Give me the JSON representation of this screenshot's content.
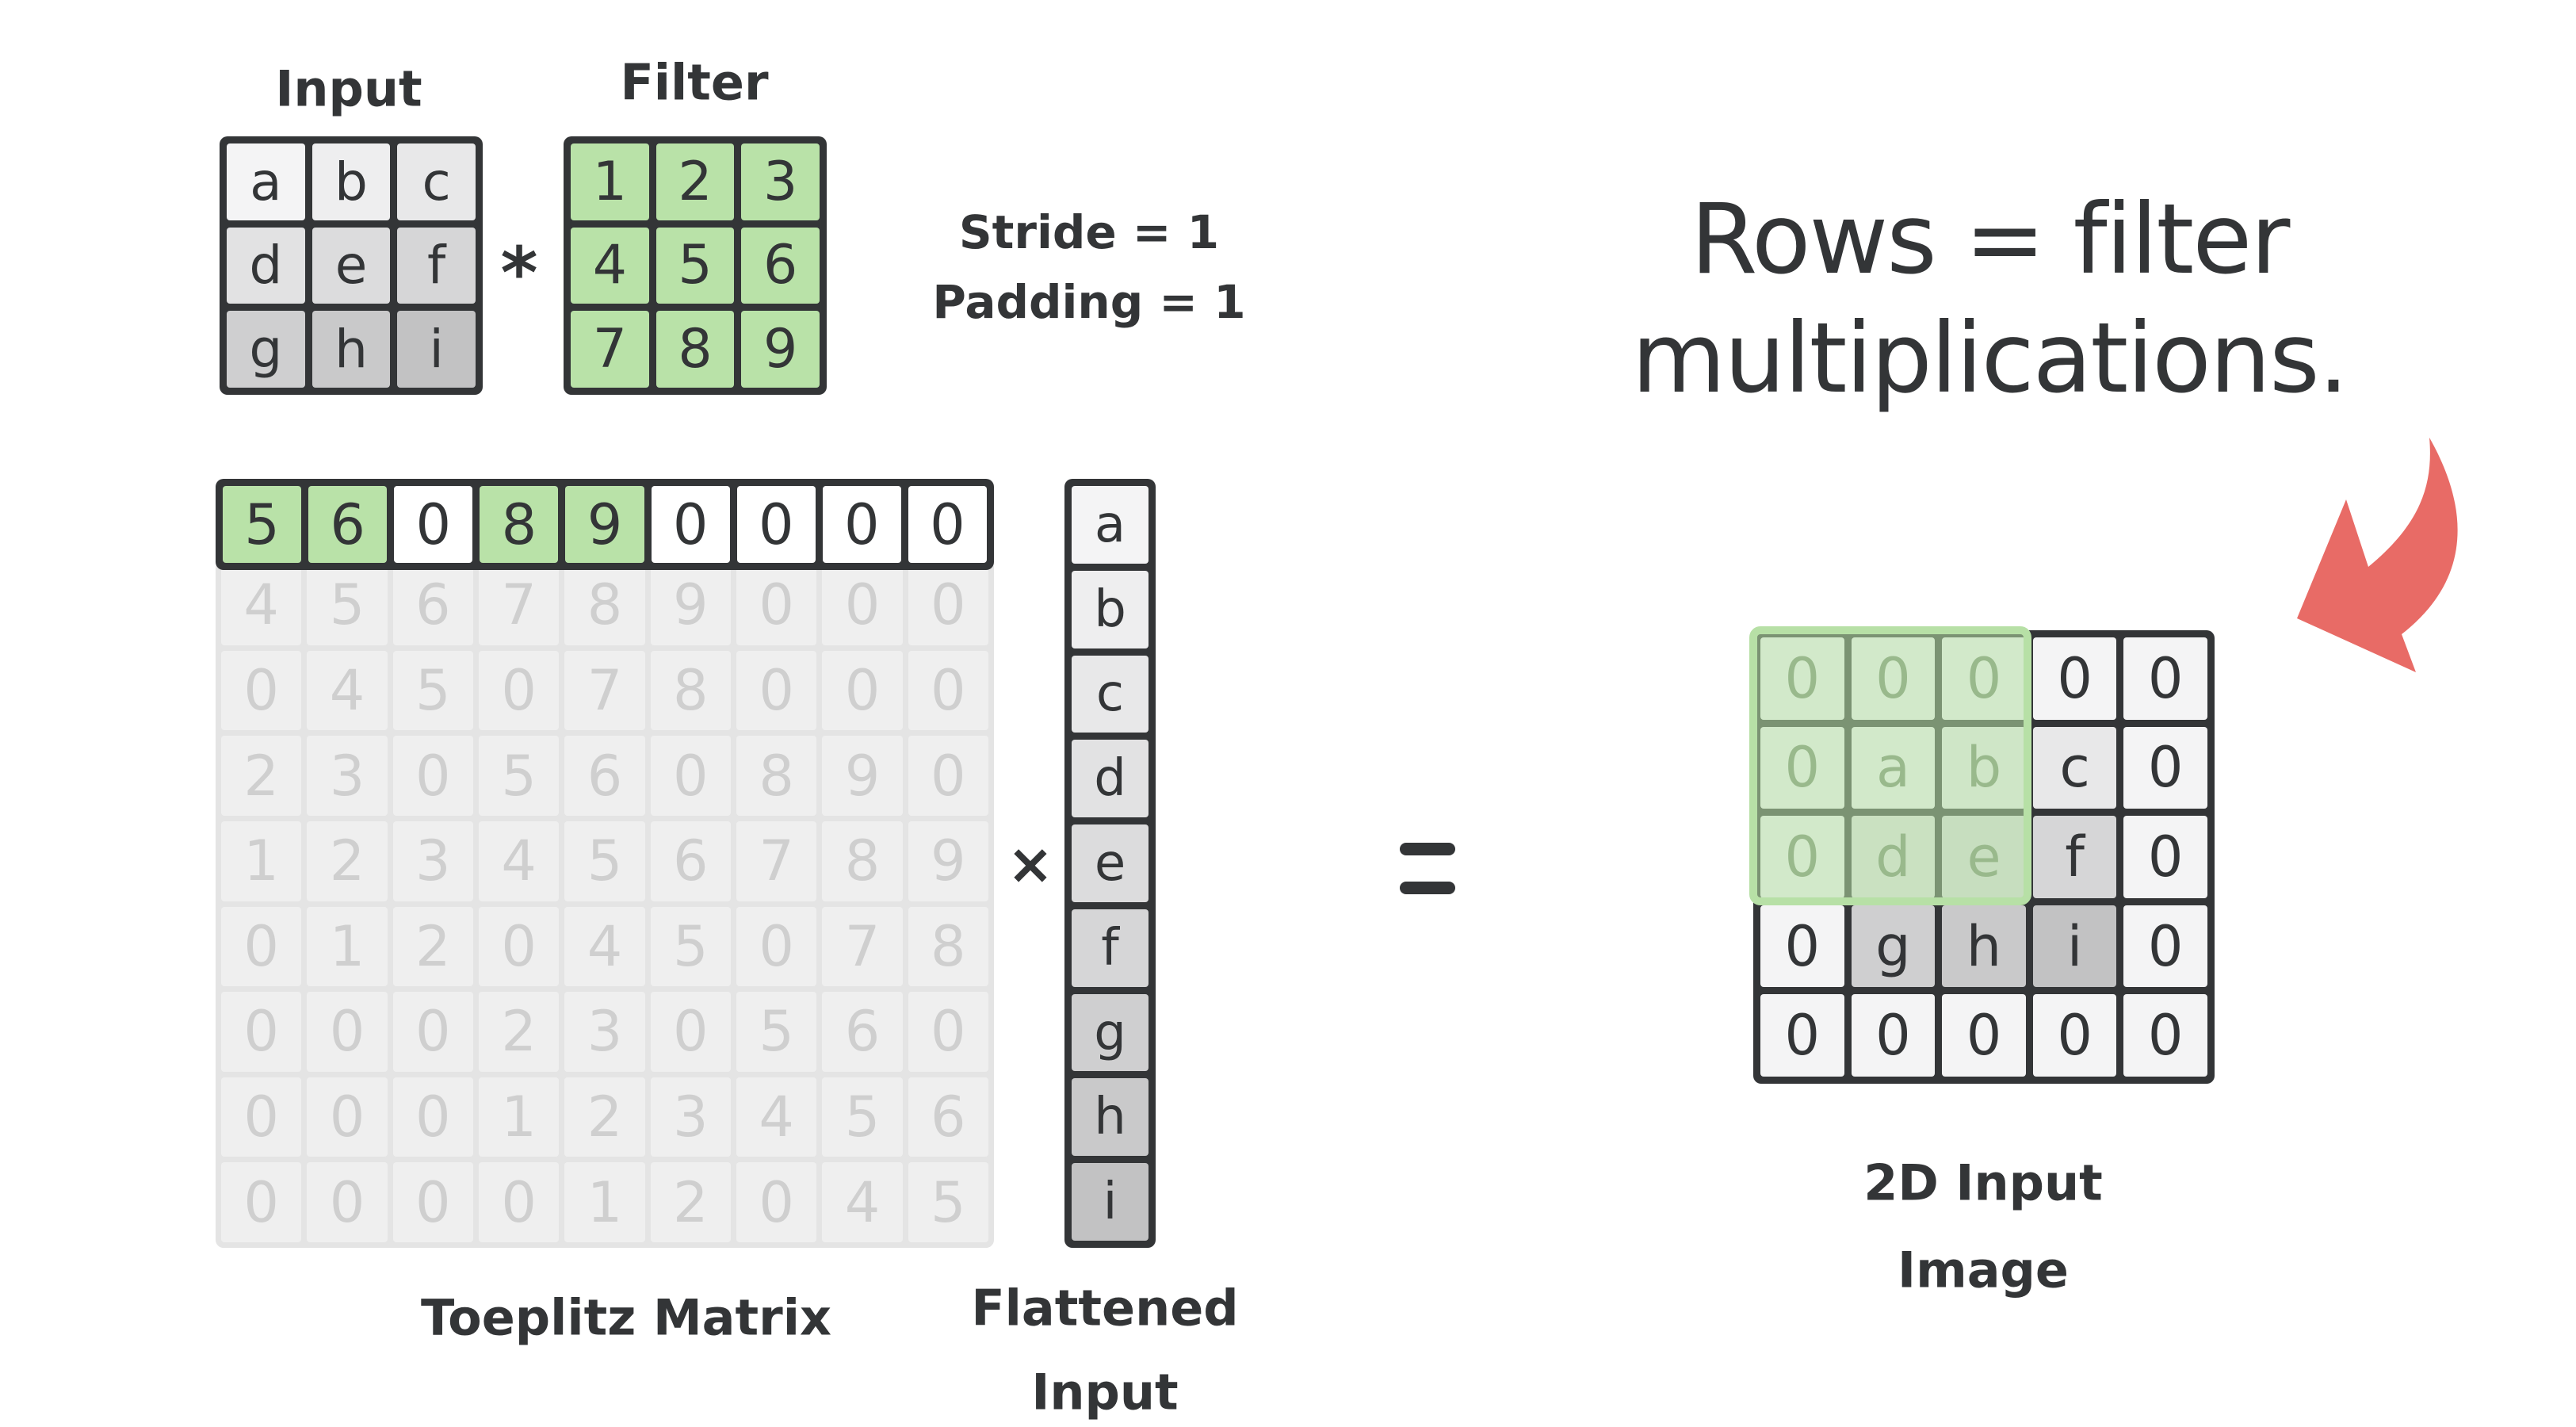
{
  "input": {
    "label": "Input",
    "cells": [
      "a",
      "b",
      "c",
      "d",
      "e",
      "f",
      "g",
      "h",
      "i"
    ],
    "shades": [
      "#f4f4f5",
      "#eeeeef",
      "#e8e8e9",
      "#e2e2e3",
      "#dcdcdd",
      "#d6d6d7",
      "#cfcfd0",
      "#c9c9ca",
      "#c2c2c3"
    ]
  },
  "operator_conv": "*",
  "filter": {
    "label": "Filter",
    "cells": [
      "1",
      "2",
      "3",
      "4",
      "5",
      "6",
      "7",
      "8",
      "9"
    ],
    "color": "#b9e2a8"
  },
  "params": {
    "stride": "Stride = 1",
    "padding": "Padding = 1"
  },
  "headline": {
    "line1": "Rows = filter",
    "line2": "multiplications."
  },
  "toeplitz": {
    "label": "Toeplitz Matrix",
    "highlight_row": [
      "5",
      "6",
      "0",
      "8",
      "9",
      "0",
      "0",
      "0",
      "0"
    ],
    "highlight_mask": [
      true,
      true,
      false,
      true,
      true,
      false,
      false,
      false,
      false
    ],
    "faded_rows": [
      [
        "4",
        "5",
        "6",
        "7",
        "8",
        "9",
        "0",
        "0",
        "0"
      ],
      [
        "0",
        "4",
        "5",
        "0",
        "7",
        "8",
        "0",
        "0",
        "0"
      ],
      [
        "2",
        "3",
        "0",
        "5",
        "6",
        "0",
        "8",
        "9",
        "0"
      ],
      [
        "1",
        "2",
        "3",
        "4",
        "5",
        "6",
        "7",
        "8",
        "9"
      ],
      [
        "0",
        "1",
        "2",
        "0",
        "4",
        "5",
        "0",
        "7",
        "8"
      ],
      [
        "0",
        "0",
        "0",
        "2",
        "3",
        "0",
        "5",
        "6",
        "0"
      ],
      [
        "0",
        "0",
        "0",
        "1",
        "2",
        "3",
        "4",
        "5",
        "6"
      ],
      [
        "0",
        "0",
        "0",
        "0",
        "1",
        "2",
        "0",
        "4",
        "5"
      ]
    ]
  },
  "operator_mul": "×",
  "flattened": {
    "label_line1": "Flattened",
    "label_line2": "Input",
    "cells": [
      "a",
      "b",
      "c",
      "d",
      "e",
      "f",
      "g",
      "h",
      "i"
    ]
  },
  "operator_eq": "=",
  "padded_image": {
    "label_line1": "2D Input",
    "label_line2": "Image",
    "rows": [
      [
        "0",
        "0",
        "0",
        "0",
        "0"
      ],
      [
        "0",
        "a",
        "b",
        "c",
        "0"
      ],
      [
        "0",
        "d",
        "e",
        "f",
        "0"
      ],
      [
        "0",
        "g",
        "h",
        "i",
        "0"
      ],
      [
        "0",
        "0",
        "0",
        "0",
        "0"
      ]
    ],
    "window_rows": 3,
    "window_cols": 3
  },
  "colors": {
    "ink": "#333537",
    "green": "#b9e2a8",
    "arrow": "#e86b66",
    "faded_text": "#cfcfcf"
  }
}
